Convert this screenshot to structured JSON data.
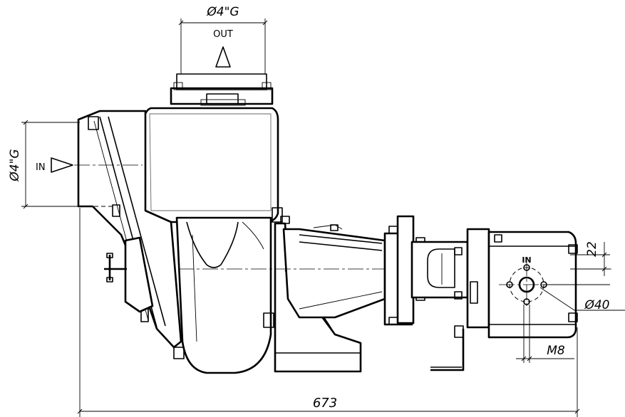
{
  "labels": {
    "outlet_diameter": "Ø4\"G",
    "outlet_text": "OUT",
    "inlet_diameter": "Ø4\"G",
    "inlet_text": "IN",
    "motor_port_text": "IN",
    "offset_dim": "22",
    "bolt_circle_dim": "Ø40",
    "thread_dim": "M8",
    "overall_length_dim": "673"
  }
}
